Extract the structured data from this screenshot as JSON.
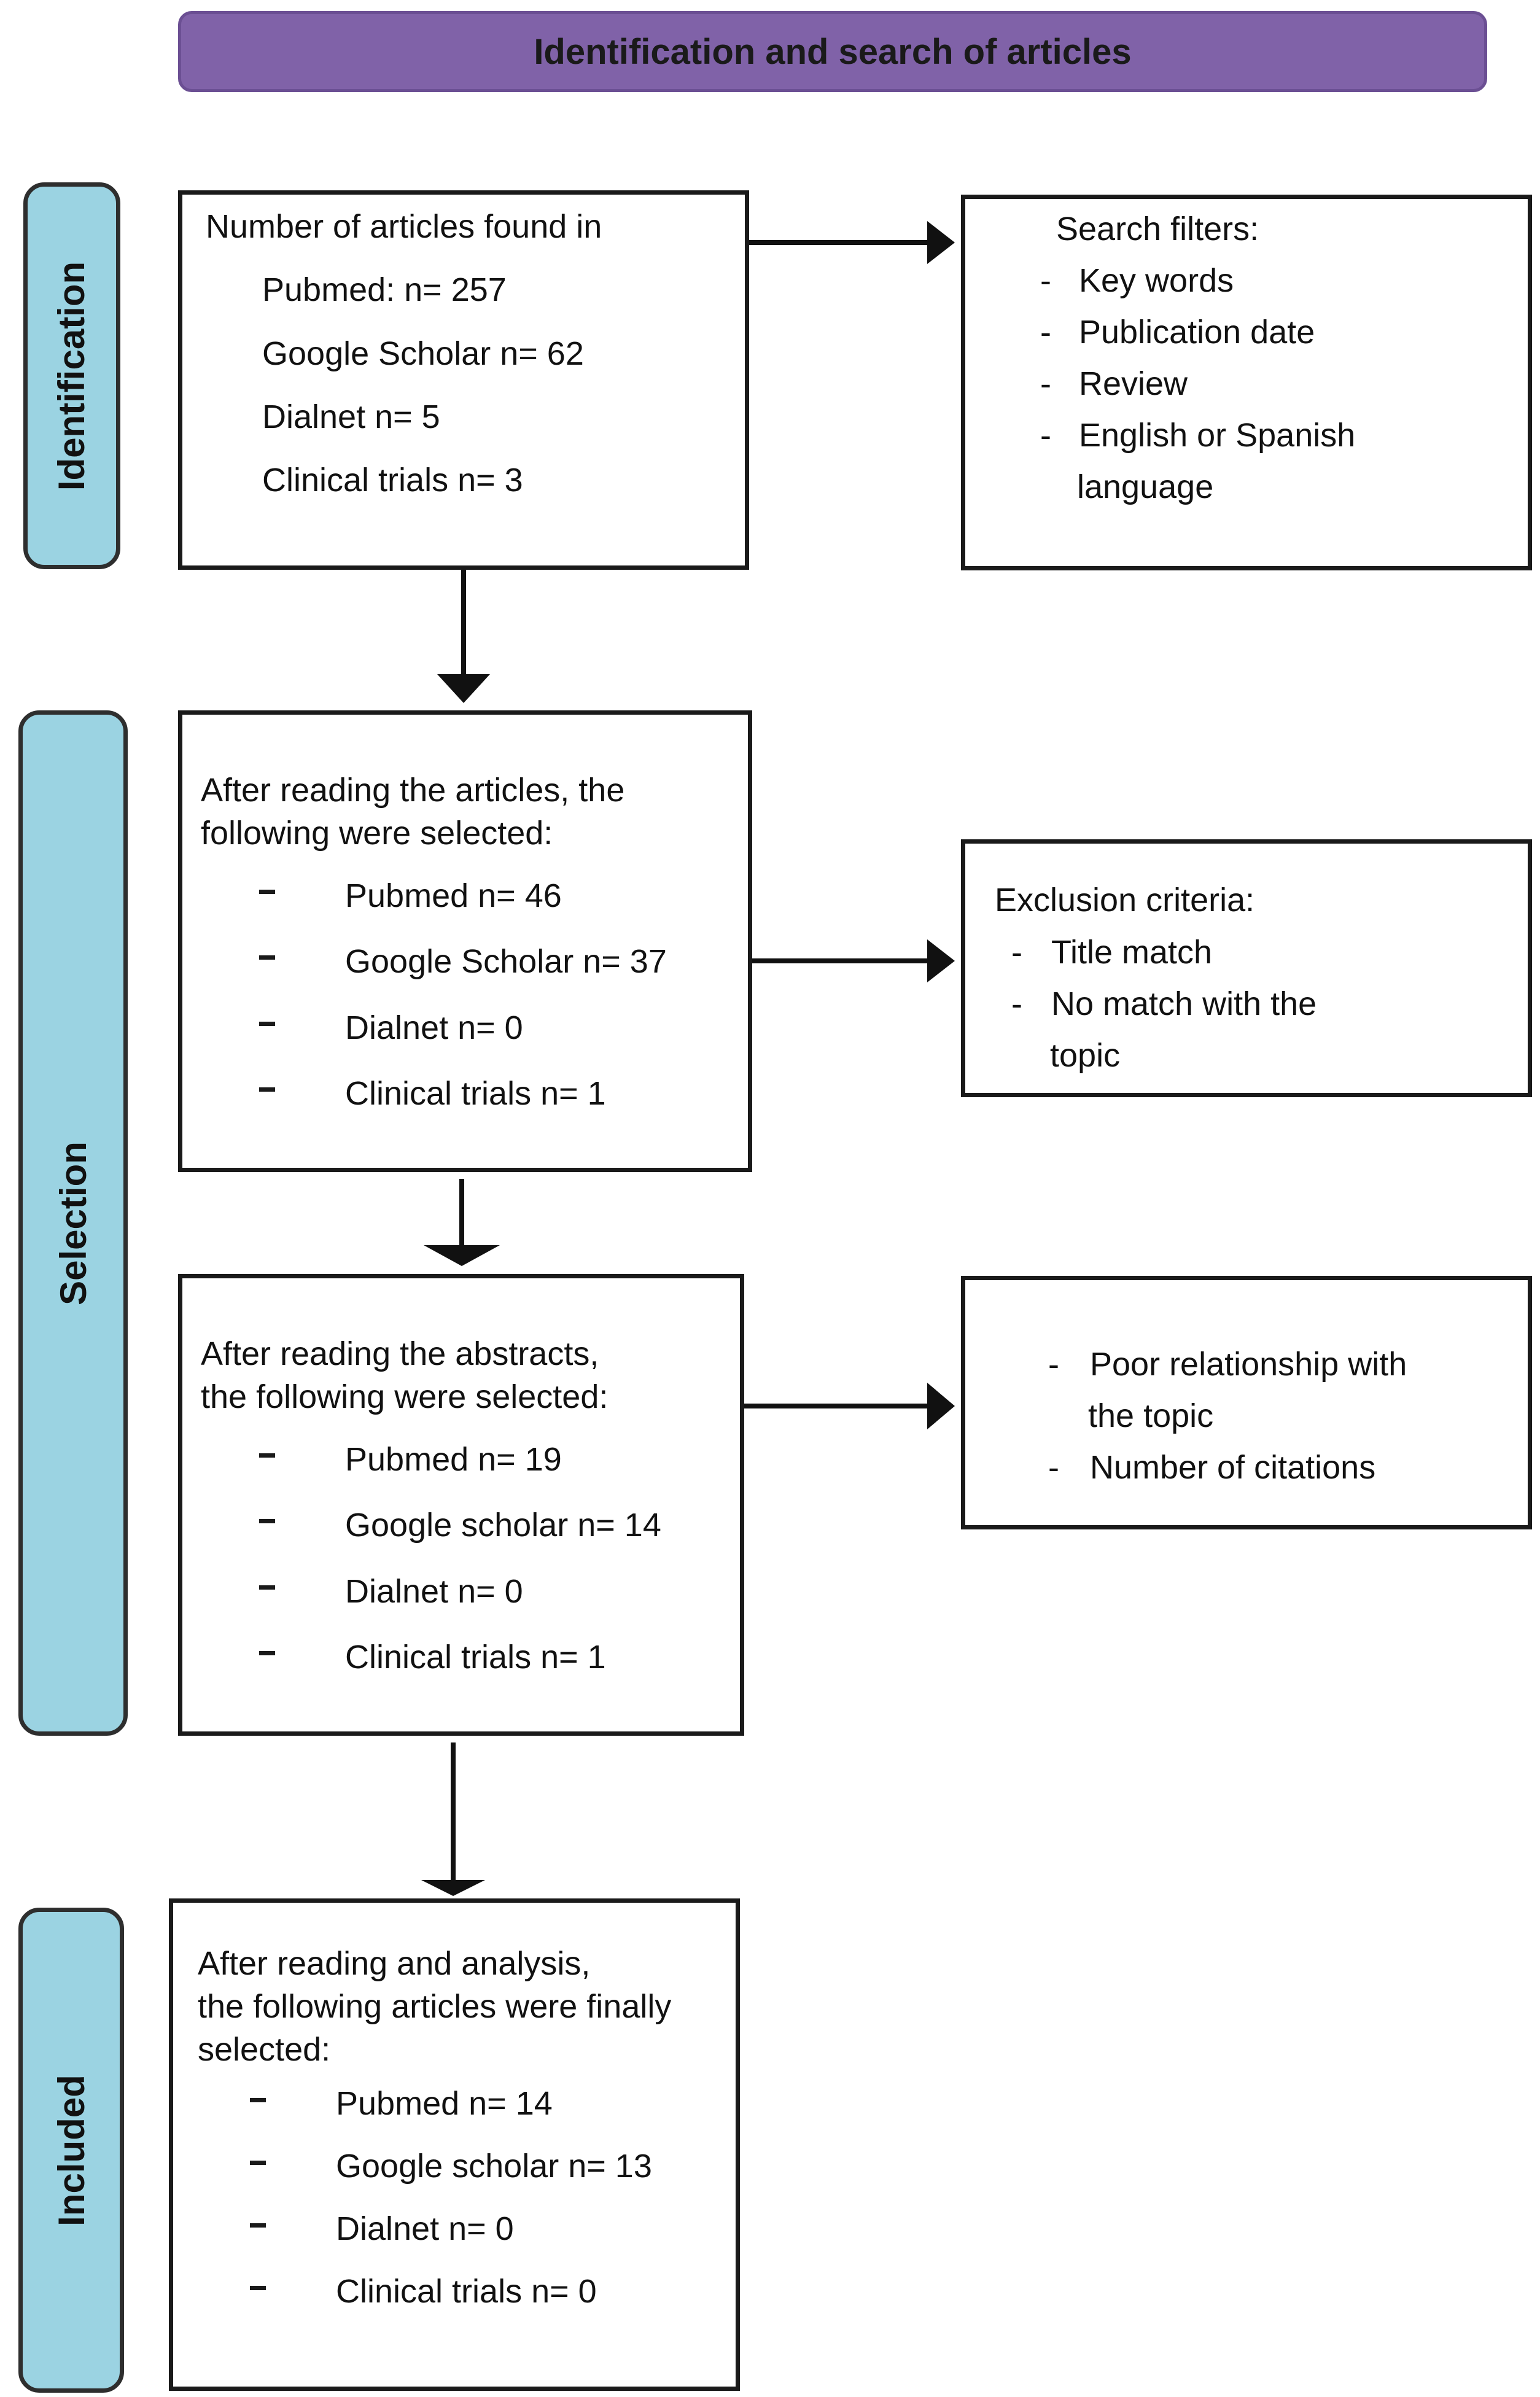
{
  "header": {
    "title": "Identification and search of articles"
  },
  "stages": {
    "identification": "Identification",
    "selection": "Selection",
    "included": "Included"
  },
  "box1": {
    "heading": "Number of articles found in",
    "items": [
      "Pubmed: n= 257",
      "Google Scholar n= 62",
      "Dialnet n= 5",
      "Clinical trials n= 3"
    ]
  },
  "filters": {
    "heading": "Search filters:",
    "items": [
      "Key words",
      "Publication date",
      "Review",
      "English or Spanish",
      "language"
    ]
  },
  "box2": {
    "line1": "After reading the articles, the",
    "line2": "following were selected:",
    "items": [
      "Pubmed n= 46",
      "Google Scholar n= 37",
      "Dialnet n= 0",
      "Clinical trials n= 1"
    ]
  },
  "exclusion": {
    "heading": "Exclusion criteria:",
    "items": [
      "Title match",
      "No match with the",
      "topic"
    ]
  },
  "box3": {
    "line1": "After reading the abstracts,",
    "line2": "the following were selected:",
    "items": [
      "Pubmed n= 19",
      "Google scholar n= 14",
      "Dialnet n= 0",
      "Clinical trials n= 1"
    ]
  },
  "reasons": {
    "items": [
      "Poor relationship with",
      "the topic",
      "Number of citations"
    ]
  },
  "box4": {
    "line1": "After reading and analysis,",
    "line2": "the following articles were finally",
    "line3": "selected:",
    "items": [
      "Pubmed n= 14",
      "Google scholar n= 13",
      "Dialnet n= 0",
      "Clinical trials n= 0"
    ]
  },
  "colors": {
    "header_fill": "#8062a8",
    "stage_fill": "#9bd3e2",
    "border": "#1a1a1a"
  }
}
